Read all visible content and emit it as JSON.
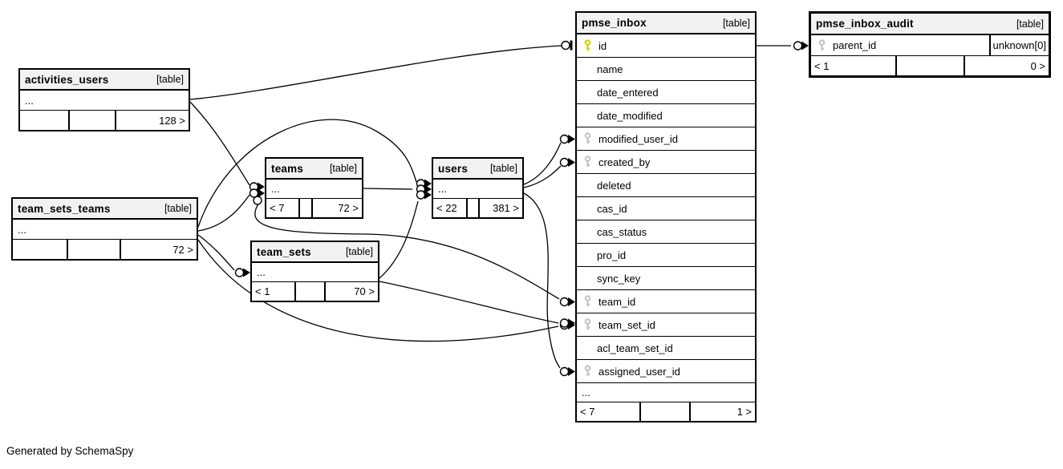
{
  "credit": "Generated by SchemaSpy",
  "colors": {
    "pk_key": "#ccd400",
    "fk_key": "#c3c3c3",
    "header_bg": "#f2f2f2",
    "line": "#000000"
  },
  "tables": [
    {
      "id": "activities_users",
      "title": "activities_users",
      "type_label": "[table]",
      "columns": [
        {
          "label": "...",
          "key": null
        }
      ],
      "footer": {
        "left": "",
        "mid": "",
        "right": "128 >"
      }
    },
    {
      "id": "team_sets_teams",
      "title": "team_sets_teams",
      "type_label": "[table]",
      "columns": [
        {
          "label": "...",
          "key": null
        }
      ],
      "footer": {
        "left": "",
        "mid": "",
        "right": "72 >"
      }
    },
    {
      "id": "teams",
      "title": "teams",
      "type_label": "[table]",
      "columns": [
        {
          "label": "...",
          "key": null
        }
      ],
      "footer": {
        "left": "< 7",
        "mid": "",
        "right": "72 >"
      }
    },
    {
      "id": "users",
      "title": "users",
      "type_label": "[table]",
      "columns": [
        {
          "label": "...",
          "key": null
        }
      ],
      "footer": {
        "left": "< 22",
        "mid": "",
        "right": "381 >"
      }
    },
    {
      "id": "team_sets",
      "title": "team_sets",
      "type_label": "[table]",
      "columns": [
        {
          "label": "...",
          "key": null
        }
      ],
      "footer": {
        "left": "< 1",
        "mid": "",
        "right": "70 >"
      }
    },
    {
      "id": "pmse_inbox",
      "title": "pmse_inbox",
      "type_label": "[table]",
      "columns": [
        {
          "label": "id",
          "key": "pk"
        },
        {
          "label": "name",
          "key": null
        },
        {
          "label": "date_entered",
          "key": null
        },
        {
          "label": "date_modified",
          "key": null
        },
        {
          "label": "modified_user_id",
          "key": "fk"
        },
        {
          "label": "created_by",
          "key": "fk"
        },
        {
          "label": "deleted",
          "key": null
        },
        {
          "label": "cas_id",
          "key": null
        },
        {
          "label": "cas_status",
          "key": null
        },
        {
          "label": "pro_id",
          "key": null
        },
        {
          "label": "sync_key",
          "key": null
        },
        {
          "label": "team_id",
          "key": "fk"
        },
        {
          "label": "team_set_id",
          "key": "fk"
        },
        {
          "label": "acl_team_set_id",
          "key": null
        },
        {
          "label": "assigned_user_id",
          "key": "fk"
        },
        {
          "label": "...",
          "key": null
        }
      ],
      "footer": {
        "left": "< 7",
        "mid": "",
        "right": "1 >"
      }
    },
    {
      "id": "pmse_inbox_audit",
      "title": "pmse_inbox_audit",
      "type_label": "[table]",
      "columns": [
        {
          "label": "parent_id",
          "key": "fk",
          "right_label": "unknown[0]"
        }
      ],
      "footer": {
        "left": "< 1",
        "mid": "",
        "right": "0 >"
      }
    }
  ],
  "relationships": [
    {
      "from": "activities_users",
      "to": "pmse_inbox.id"
    },
    {
      "from": "activities_users",
      "to": "teams"
    },
    {
      "from": "team_sets_teams",
      "to": "users"
    },
    {
      "from": "team_sets_teams",
      "to": "teams"
    },
    {
      "from": "team_sets_teams",
      "to": "team_sets"
    },
    {
      "from": "team_sets_teams",
      "to": "pmse_inbox.team_set_id"
    },
    {
      "from": "team_sets",
      "to": "pmse_inbox.team_set_id"
    },
    {
      "from": "teams",
      "to": "pmse_inbox.team_id"
    },
    {
      "from": "teams",
      "to": "users"
    },
    {
      "from": "team_sets",
      "to": "users"
    },
    {
      "from": "users",
      "to": "pmse_inbox.modified_user_id"
    },
    {
      "from": "users",
      "to": "pmse_inbox.created_by"
    },
    {
      "from": "users",
      "to": "pmse_inbox.assigned_user_id"
    },
    {
      "from": "pmse_inbox.id",
      "to": "pmse_inbox_audit.parent_id"
    }
  ]
}
